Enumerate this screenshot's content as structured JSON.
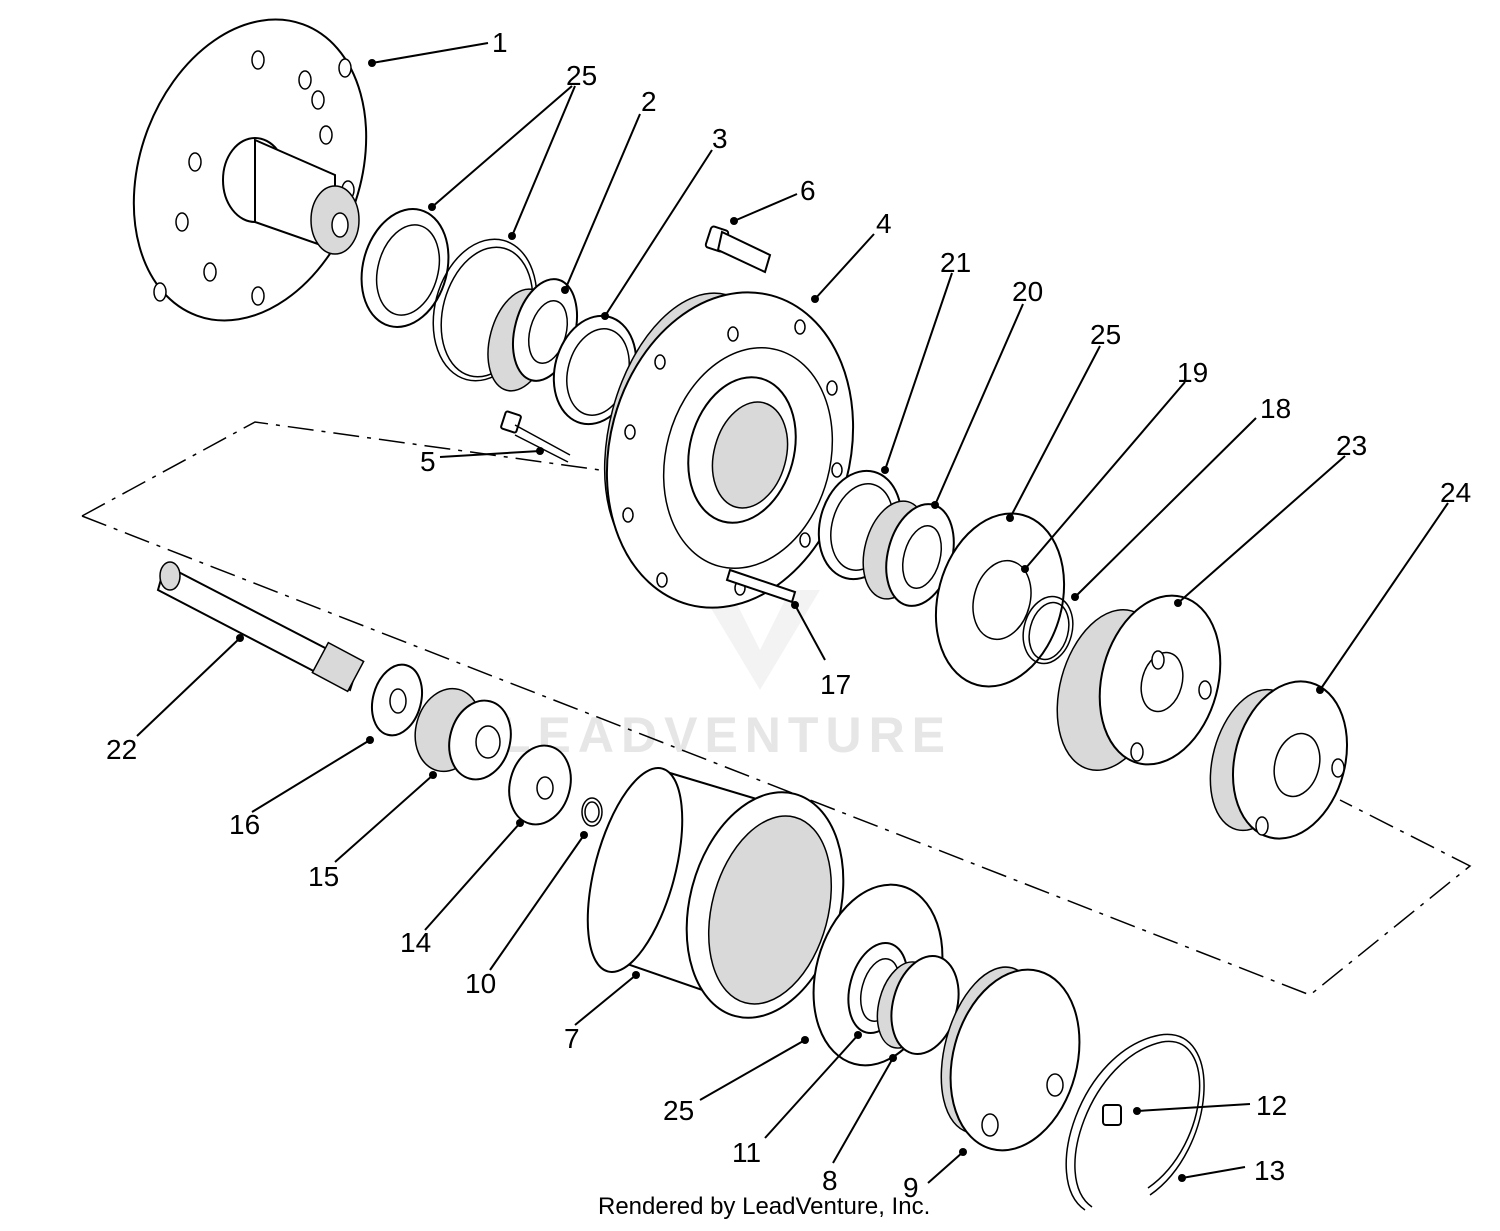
{
  "footer_text": "Rendered by LeadVenture, Inc.",
  "watermark_text": "LEADVENTURE",
  "callouts": [
    {
      "id": "c1",
      "label": "1"
    },
    {
      "id": "c2",
      "label": "25"
    },
    {
      "id": "c3",
      "label": "2"
    },
    {
      "id": "c4",
      "label": "3"
    },
    {
      "id": "c5",
      "label": "6"
    },
    {
      "id": "c6",
      "label": "4"
    },
    {
      "id": "c7",
      "label": "21"
    },
    {
      "id": "c8",
      "label": "20"
    },
    {
      "id": "c9",
      "label": "25"
    },
    {
      "id": "c10",
      "label": "19"
    },
    {
      "id": "c11",
      "label": "18"
    },
    {
      "id": "c12",
      "label": "23"
    },
    {
      "id": "c13",
      "label": "24"
    },
    {
      "id": "c14",
      "label": "5"
    },
    {
      "id": "c15",
      "label": "17"
    },
    {
      "id": "c16",
      "label": "22"
    },
    {
      "id": "c17",
      "label": "16"
    },
    {
      "id": "c18",
      "label": "15"
    },
    {
      "id": "c19",
      "label": "14"
    },
    {
      "id": "c20",
      "label": "10"
    },
    {
      "id": "c21",
      "label": "7"
    },
    {
      "id": "c22",
      "label": "25"
    },
    {
      "id": "c23",
      "label": "11"
    },
    {
      "id": "c24",
      "label": "8"
    },
    {
      "id": "c25",
      "label": "9"
    },
    {
      "id": "c26",
      "label": "12"
    },
    {
      "id": "c27",
      "label": "13"
    }
  ]
}
